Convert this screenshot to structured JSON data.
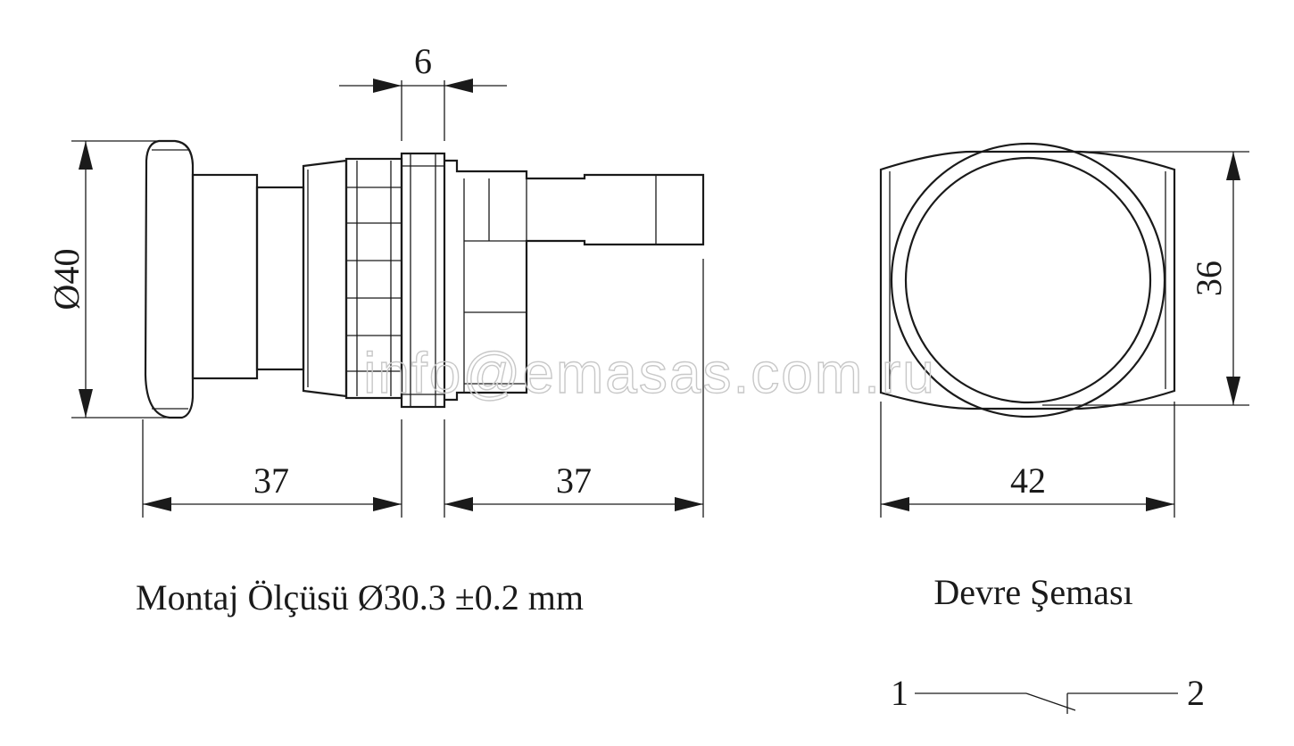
{
  "dimensions": {
    "diameter": "Ø40",
    "ring_thickness": "6",
    "front_length": "37",
    "rear_length": "37",
    "height": "36",
    "width": "42"
  },
  "captions": {
    "mounting": "Montaj Ölçüsü Ø30.3 ±0.2 mm",
    "circuit": "Devre Şeması"
  },
  "circuit": {
    "terminal_1": "1",
    "terminal_2": "2"
  },
  "watermark": "info@emasas.com.ru"
}
